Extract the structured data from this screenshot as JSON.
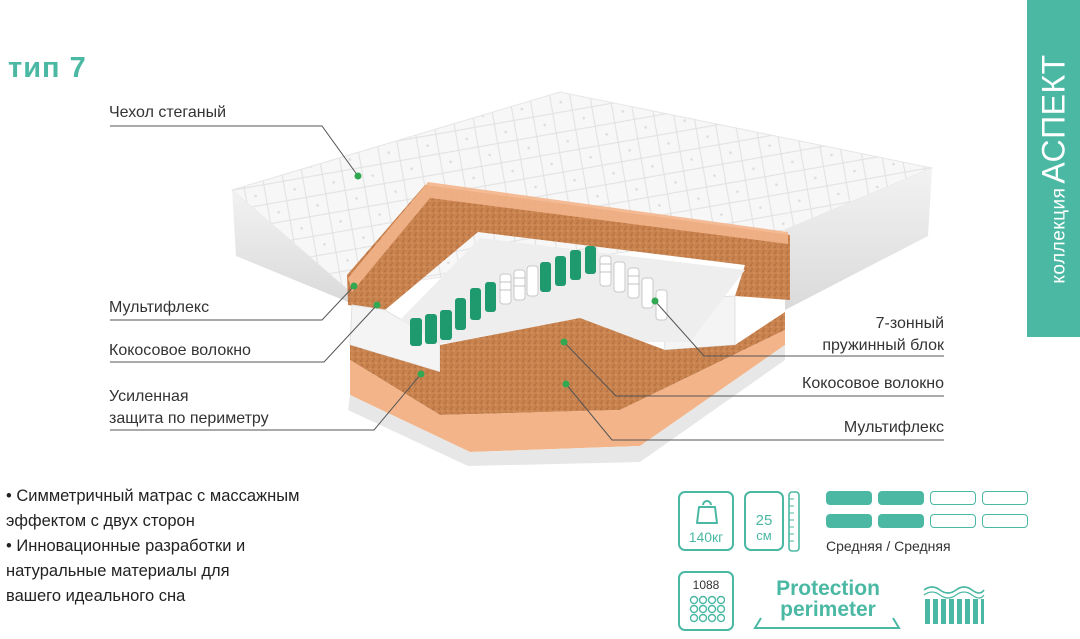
{
  "title": "тип 7",
  "collection": {
    "prefix": "коллекция",
    "name": "АСПЕКТ"
  },
  "labels": {
    "cover": "Чехол стеганый",
    "multiflex_top": "Мультифлекс",
    "coconut_top": "Кокосовое волокно",
    "perimeter_line1": "Усиленная",
    "perimeter_line2": "защита по периметру",
    "spring_line1": "7-зонный",
    "spring_line2": "пружинный блок",
    "coconut_right": "Кокосовое волокно",
    "multiflex_right": "Мультифлекс"
  },
  "bullets": [
    "• Симметричный матрас с массажным",
    "эффектом с двух сторон",
    "• Инновационные разработки и",
    "натуральные материалы для",
    "вашего идеального сна"
  ],
  "specs": {
    "max_load": "140кг",
    "height_value": "25",
    "height_unit": "см",
    "firmness": "Средняя / Средняя",
    "firmness_levels": {
      "side_a": 2,
      "side_b": 2,
      "of": 4
    },
    "springs": "1088",
    "protection_line1": "Protection",
    "protection_line2": "perimeter"
  },
  "colors": {
    "accent": "#4bb8a3",
    "spring_green": "#1f9a6f",
    "coir": "#cf8a5a",
    "multiflex": "#f3b489"
  }
}
